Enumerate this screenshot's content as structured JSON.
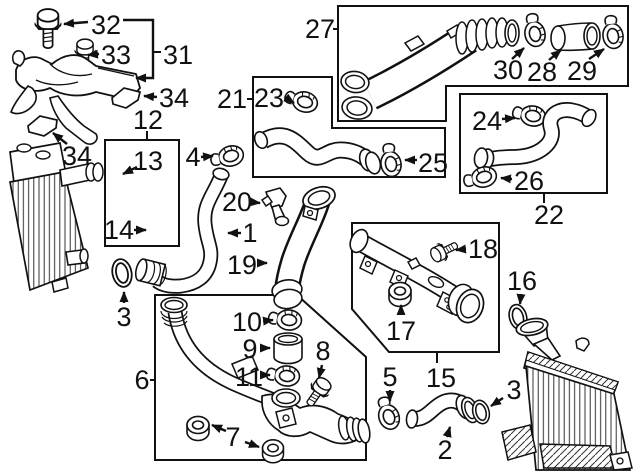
{
  "colors": {
    "background": "#ffffff",
    "ink": "#111111"
  },
  "callouts": {
    "c32": {
      "label": "32"
    },
    "c33": {
      "label": "33"
    },
    "c31": {
      "label": "31"
    },
    "c34a": {
      "label": "34"
    },
    "c12": {
      "label": "12"
    },
    "c13": {
      "label": "13"
    },
    "c14": {
      "label": "14"
    },
    "c34b": {
      "label": "34"
    },
    "c4": {
      "label": "4"
    },
    "c1": {
      "label": "1"
    },
    "c20": {
      "label": "20"
    },
    "c19": {
      "label": "19"
    },
    "c3a": {
      "label": "3"
    },
    "c27": {
      "label": "27"
    },
    "c30": {
      "label": "30"
    },
    "c28": {
      "label": "28"
    },
    "c29": {
      "label": "29"
    },
    "c21": {
      "label": "21"
    },
    "c23": {
      "label": "23"
    },
    "c25": {
      "label": "25"
    },
    "c24": {
      "label": "24"
    },
    "c26": {
      "label": "26"
    },
    "c22": {
      "label": "22"
    },
    "c18": {
      "label": "18"
    },
    "c17": {
      "label": "17"
    },
    "c15": {
      "label": "15"
    },
    "c16": {
      "label": "16"
    },
    "c6": {
      "label": "6"
    },
    "c10": {
      "label": "10"
    },
    "c9": {
      "label": "9"
    },
    "c11": {
      "label": "11"
    },
    "c8": {
      "label": "8"
    },
    "c7": {
      "label": "7"
    },
    "c5": {
      "label": "5"
    },
    "c2": {
      "label": "2"
    },
    "c3b": {
      "label": "3"
    }
  },
  "groups": [
    {
      "box_label": "12",
      "contains": [
        "13",
        "14"
      ]
    },
    {
      "box_label": "27",
      "contains": [
        "30",
        "28",
        "29"
      ]
    },
    {
      "box_label": "21",
      "contains": [
        "23",
        "25"
      ]
    },
    {
      "box_label": "22",
      "contains": [
        "24",
        "26"
      ]
    },
    {
      "box_label": "15",
      "contains": [
        "17",
        "18"
      ]
    },
    {
      "box_label": "6",
      "contains": [
        "7",
        "8",
        "9",
        "10",
        "11"
      ]
    }
  ]
}
